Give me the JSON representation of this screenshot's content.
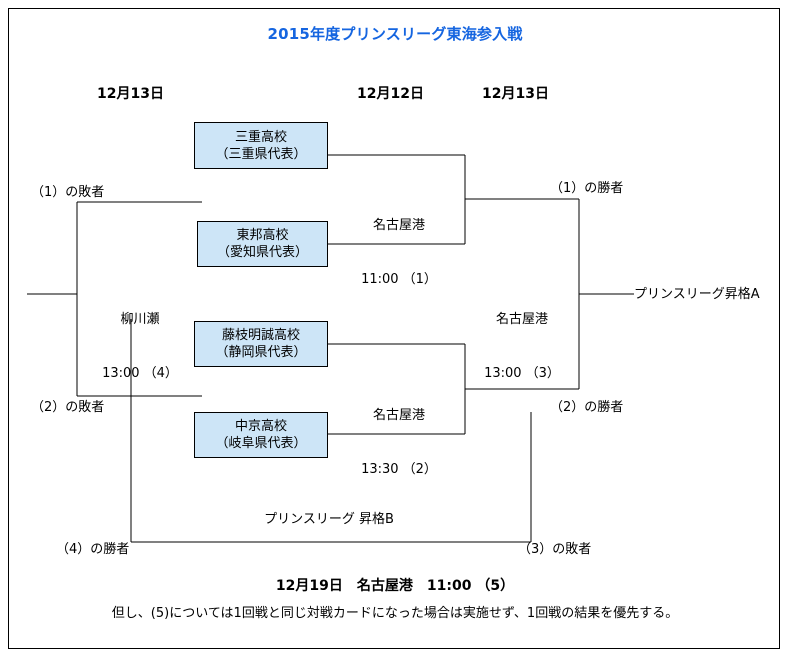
{
  "title": "2015年度プリンスリーグ東海参入戦",
  "title_color": "#1565e0",
  "box_fill_color": "#cde5f7",
  "date_headers": [
    {
      "label": "12月13日"
    },
    {
      "label": "12月12日"
    },
    {
      "label": "12月13日"
    }
  ],
  "teams": [
    {
      "name": "三重高校",
      "region": "（三重県代表）"
    },
    {
      "name": "東邦高校",
      "region": "（愛知県代表）"
    },
    {
      "name": "藤枝明誠高校",
      "region": "（静岡県代表）"
    },
    {
      "name": "中京高校",
      "region": "（岐阜県代表）"
    }
  ],
  "matches": [
    {
      "venue": "名古屋港",
      "time_no": "11:00 （1）"
    },
    {
      "venue": "名古屋港",
      "time_no": "13:30 （2）"
    },
    {
      "venue": "名古屋港",
      "time_no": "13:00 （3）"
    },
    {
      "venue": "柳川瀬",
      "time_no": "13:00 （4）"
    }
  ],
  "connectors": {
    "loser1": "（1）の敗者",
    "loser2": "（2）の敗者",
    "winner1": "（1）の勝者",
    "winner2": "（2）の勝者",
    "winner4": "（4）の勝者",
    "loser3": "（3）の敗者"
  },
  "promotions": {
    "a": "プリンスリーグ昇格A",
    "b": "プリンスリーグ 昇格B"
  },
  "footer": {
    "line1": "12月19日　名古屋港　11:00 （5）",
    "line2": "但し、(5)については1回戦と同じ対戦カードになった場合は実施せず、1回戦の結果を優先する。"
  }
}
